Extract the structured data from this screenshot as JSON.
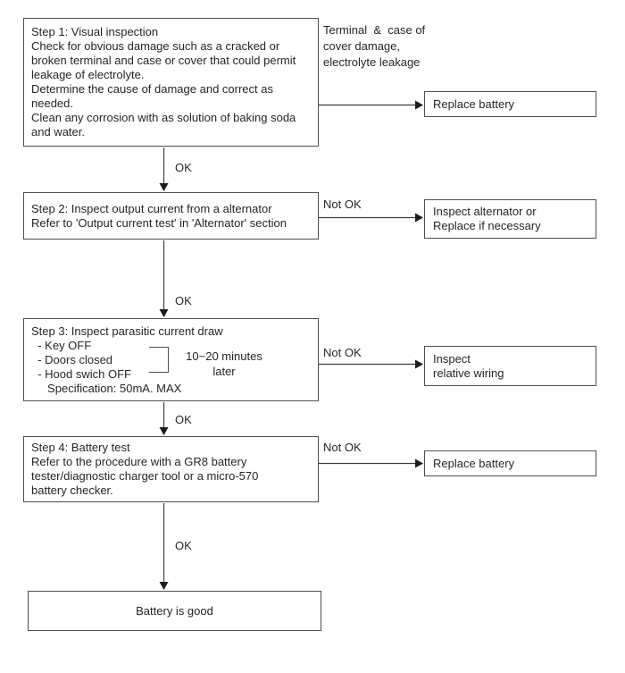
{
  "steps": [
    {
      "text": "Step 1: Visual inspection\nCheck for obvious damage such as a cracked or\nbroken terminal and case or cover that could permit\nleakage of electrolyte.\nDetermine the cause of damage and correct as\nneeded.\nClean any corrosion with as solution of baking soda\nand water."
    },
    {
      "text": "Step 2: Inspect output current from a alternator\nRefer to 'Output current test' in 'Alternator' section"
    },
    {
      "text": "Step 3: Inspect parasitic current draw\n  - Key OFF\n  - Doors closed\n  - Hood swich OFF\n     Specification: 50mA. MAX"
    },
    {
      "text": "Step 4: Battery test\nRefer to the procedure with a GR8 battery\ntester/diagnostic charger tool or a micro-570\nbattery checker."
    }
  ],
  "actions": [
    {
      "text": "Replace battery"
    },
    {
      "text": "Inspect alternator or\nReplace if necessary"
    },
    {
      "text": "Inspect\nrelative wiring"
    },
    {
      "text": "Replace battery"
    }
  ],
  "result": {
    "text": "Battery is good"
  },
  "notes": {
    "fail_condition": "Terminal  &  case of\ncover damage,\nelectrolyte leakage",
    "wait_time": "10~20 minutes\nlater"
  },
  "edge_labels": {
    "ok": "OK",
    "not_ok": "Not OK"
  },
  "colors": {
    "line": "#4f4f4f",
    "text": "#262626"
  }
}
